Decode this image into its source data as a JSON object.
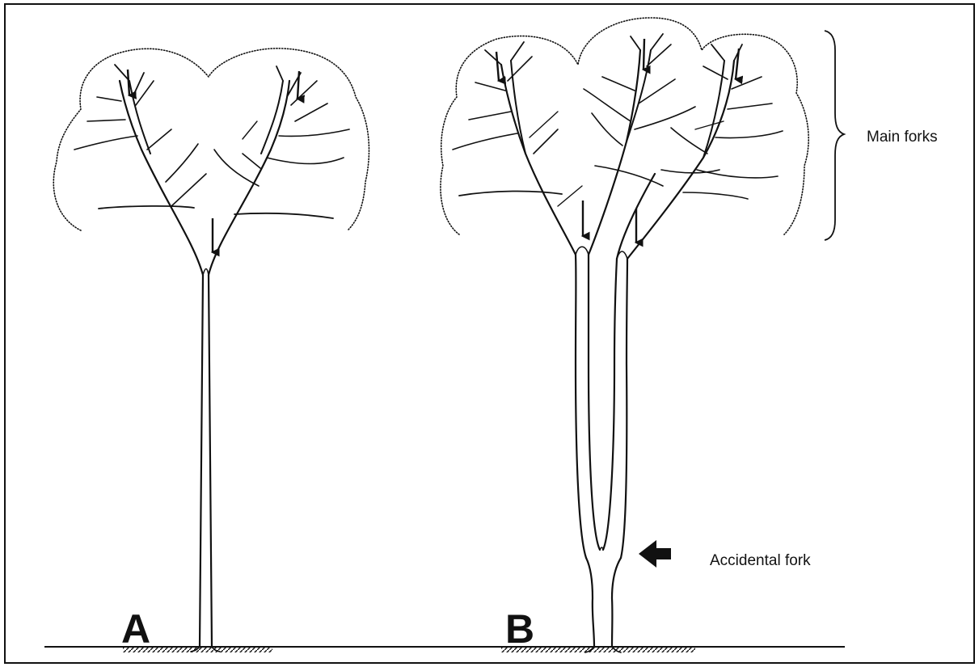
{
  "figure": {
    "tree_a_label": "A",
    "tree_b_label": "B",
    "main_forks_label": "Main forks",
    "accidental_fork_label": "Accidental fork"
  },
  "colors": {
    "ink": "#111111",
    "background": "#ffffff"
  },
  "icons": {
    "fork_arrow": "down-arrow-icon",
    "pointer_arrow": "left-arrow-icon",
    "brace": "right-brace-icon"
  }
}
